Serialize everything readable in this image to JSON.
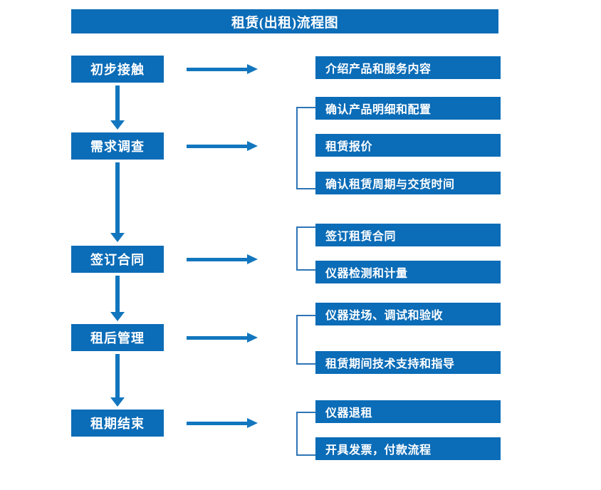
{
  "diagram": {
    "title": "租赁(出租)流程图",
    "colors": {
      "box_blue": "#0B6CB7",
      "arrow_blue": "#1276BE",
      "bracket_blue": "#2E75B6",
      "text_white": "#FFFFFF",
      "background": "#FFFFFF"
    },
    "stages": [
      {
        "label": "初步接触"
      },
      {
        "label": "需求调查"
      },
      {
        "label": "签订合同"
      },
      {
        "label": "租后管理"
      },
      {
        "label": "租期结束"
      }
    ],
    "tasks": [
      {
        "label": "介绍产品和服务内容"
      },
      {
        "label": "确认产品明细和配置"
      },
      {
        "label": "租赁报价"
      },
      {
        "label": "确认租赁周期与交货时间"
      },
      {
        "label": "签订租赁合同"
      },
      {
        "label": "仪器检测和计量"
      },
      {
        "label": "仪器进场、调试和验收"
      },
      {
        "label": "租赁期间技术支持和指导"
      },
      {
        "label": "仪器退租"
      },
      {
        "label": "开具发票，付款流程"
      }
    ]
  }
}
